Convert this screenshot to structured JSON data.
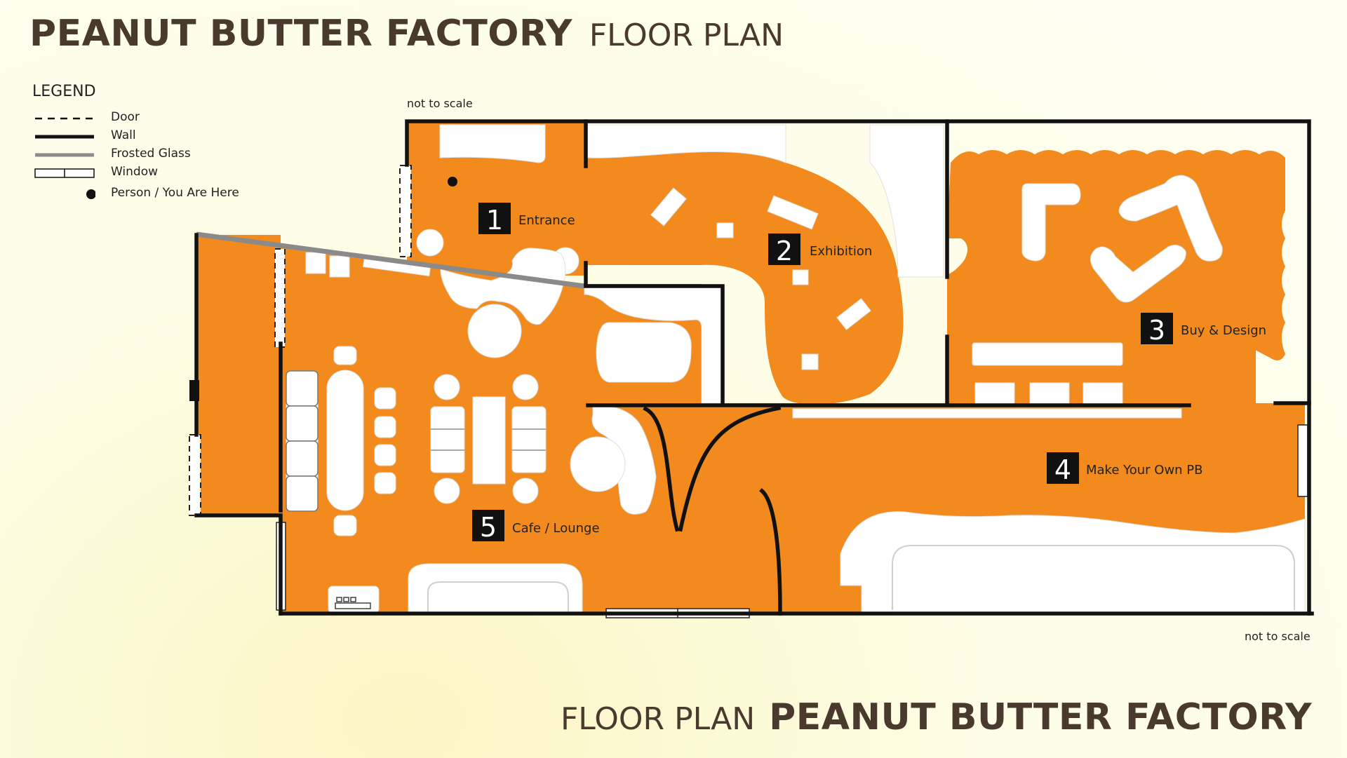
{
  "title": {
    "main": "PEANUT BUTTER FACTORY",
    "sub": "FLOOR PLAN"
  },
  "footer_title": {
    "sub": "FLOOR PLAN",
    "main": "PEANUT BUTTER FACTORY"
  },
  "scale_note_top": "not to scale",
  "scale_note_bottom": "not to scale",
  "legend": {
    "title": "LEGEND",
    "items": [
      {
        "label": "Door",
        "icon": "dashed-line"
      },
      {
        "label": "Wall",
        "icon": "solid-line"
      },
      {
        "label": "Frosted Glass",
        "icon": "gray-line"
      },
      {
        "label": "Window",
        "icon": "window-rect"
      },
      {
        "label": "Person / You Are Here",
        "icon": "dot"
      }
    ]
  },
  "zones": [
    {
      "number": "1",
      "name": "Entrance"
    },
    {
      "number": "2",
      "name": "Exhibition"
    },
    {
      "number": "3",
      "name": "Buy & Design"
    },
    {
      "number": "4",
      "name": "Make Your Own PB"
    },
    {
      "number": "5",
      "name": "Cafe / Lounge"
    }
  ],
  "colors": {
    "floor": "#f28a1e",
    "wall": "#111111",
    "glass": "#8a8a8a",
    "furniture": "#ffffff",
    "text": "#4a3a2e"
  }
}
